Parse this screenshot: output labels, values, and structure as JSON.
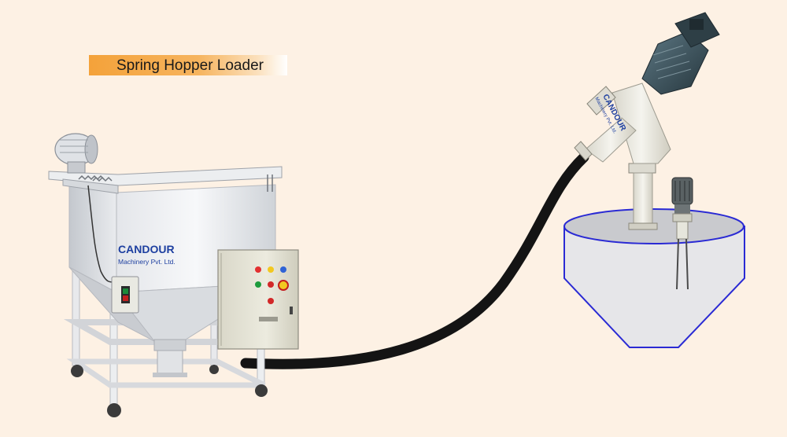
{
  "title": "Spring Hopper Loader",
  "hopper_brand": {
    "name": "CANDOUR",
    "subtitle": "Machinery Pvt. Ltd."
  },
  "conveyor_brand": {
    "name": "CANDOUR",
    "subtitle": "Machinery Pvt. Ltd."
  },
  "colors": {
    "background": "#fdf1e4",
    "title_accent": "#f4a23a",
    "brand_blue": "#1d3fa0",
    "receiver_outline": "#2a2ad4",
    "motor": "#3d5560",
    "hose": "#141414"
  }
}
